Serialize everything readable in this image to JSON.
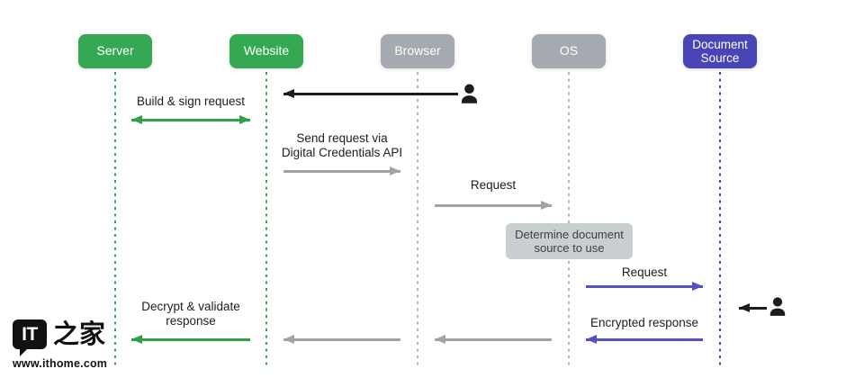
{
  "diagram": {
    "actors": [
      {
        "id": "server",
        "label": "Server"
      },
      {
        "id": "website",
        "label": "Website"
      },
      {
        "id": "browser",
        "label": "Browser"
      },
      {
        "id": "os",
        "label": "OS"
      },
      {
        "id": "document-source",
        "label": "Document\nSource"
      }
    ],
    "messages": {
      "build_sign_request": "Build & sign request",
      "send_request_via_api": "Send request via\nDigital Credentials API",
      "request_browser_to_os": "Request",
      "determine_document_source": "Determine document\nsource to use",
      "request_os_to_source": "Request",
      "encrypted_response": "Encrypted response",
      "decrypt_validate_response": "Decrypt & validate\nresponse"
    },
    "colors": {
      "actor_green": "#34a853",
      "actor_gray": "#a4aab0",
      "actor_indigo": "#4a45b4",
      "arrow_green": "#2fa14d",
      "arrow_gray": "#a3a3a3",
      "arrow_indigo": "#5550c2",
      "arrow_black": "#1c1c1e",
      "lifeline_gray": "#aeb3b7",
      "note_bg": "#c9ced1"
    }
  },
  "watermark": {
    "logo_text": "IT",
    "logo_cjk": "之家",
    "url": "www.ithome.com"
  }
}
